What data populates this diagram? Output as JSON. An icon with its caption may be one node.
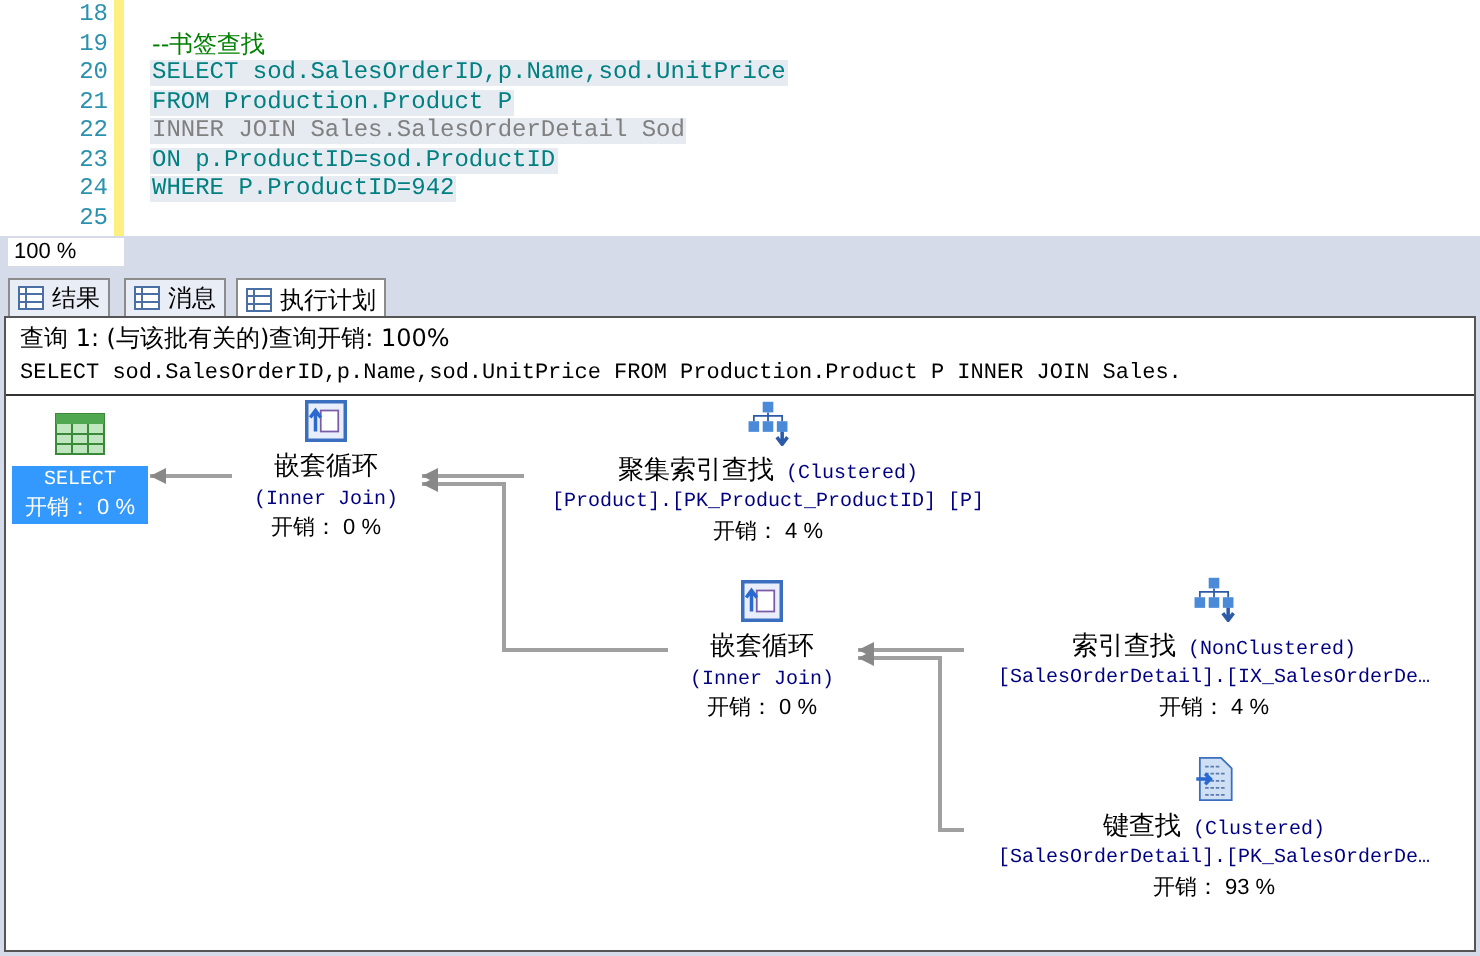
{
  "diagram": {
    "nodes": [
      {
        "text": [
          "SELECT",
          "开销： 0 %"
        ]
      },
      {
        "text": [
          "嵌套循环",
          "(Inner Join)",
          "开销： 0 %"
        ]
      },
      {
        "text": [
          "聚集索引查找",
          "(Clustered)",
          "[Product].[PK_Product_ProductID] [P]",
          "开销： 4 %"
        ]
      },
      {
        "text": [
          "嵌套循环",
          "(Inner Join)",
          "开销： 0 %"
        ]
      },
      {
        "text": [
          "索引查找",
          "(NonClustered)",
          "[SalesOrderDetail].[IX_SalesOrderDe…",
          "开销： 4 %"
        ]
      },
      {
        "text": [
          "键查找",
          "(Clustered)",
          "[SalesOrderDetail].[PK_SalesOrderDe…",
          "开销： 93 %"
        ]
      }
    ],
    "edges": [
      {
        "from": 1,
        "to": 0,
        "arrow": "to"
      },
      {
        "from": 2,
        "to": 1,
        "arrow": "to"
      },
      {
        "from": 3,
        "to": 1,
        "arrow": "to"
      },
      {
        "from": 4,
        "to": 3,
        "arrow": "to"
      },
      {
        "from": 5,
        "to": 3,
        "arrow": "to"
      }
    ],
    "labels": [
      "18",
      "19",
      "20",
      "21",
      "22",
      "23",
      "24",
      "25",
      "--书签查找",
      "SELECT sod.SalesOrderID,p.Name,sod.UnitPrice",
      "FROM Production.Product P",
      "INNER JOIN Sales.SalesOrderDetail Sod",
      "ON p.ProductID=sod.ProductID",
      "WHERE P.ProductID=942",
      "100 %",
      "结果",
      "消息",
      "执行计划",
      "查询 1: (与该批有关的)查询开销: 100%",
      "SELECT sod.SalesOrderID,p.Name,sod.UnitPrice FROM Production.Product P INNER JOIN Sales."
    ]
  }
}
